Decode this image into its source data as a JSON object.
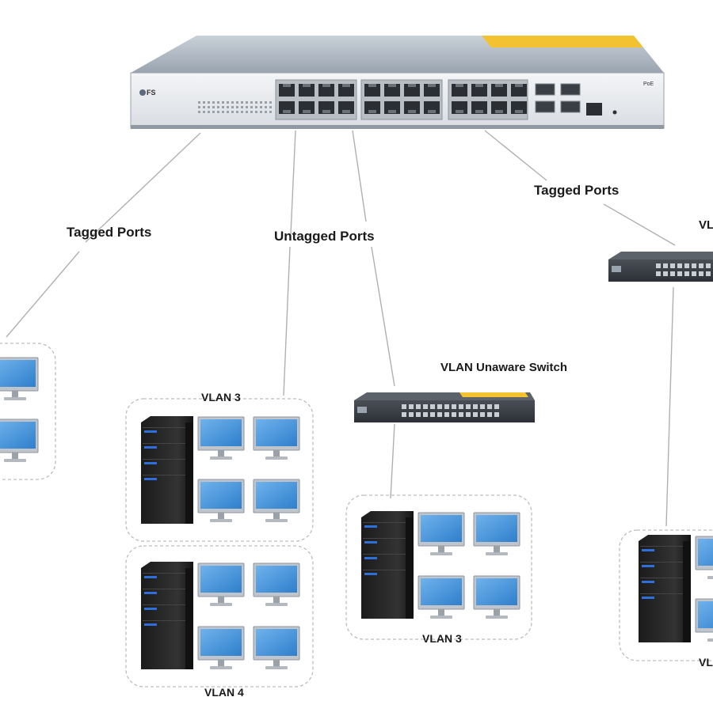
{
  "labels": {
    "tagged_left": "Tagged Ports",
    "untagged": "Untagged Ports",
    "tagged_right": "Tagged Ports",
    "vlan_unaware_switch": "VLAN Unaware Switch",
    "right_switch_cut": "VL",
    "vlan3_left": "VLAN 3",
    "vlan4": "VLAN 4",
    "vlan3_center": "VLAN 3",
    "vlan_right_cut": "VL"
  },
  "main_switch": {
    "brand": "FS",
    "badge": "PoE"
  },
  "colors": {
    "connector_line": "#b0b0b0",
    "group_border": "#bdbdbd",
    "switch_body": "#a9b2bd",
    "switch_front": "#eceef1",
    "accent_yellow": "#f2c230",
    "monitor_screen": "#3f8fd6",
    "server_body": "#262626",
    "server_led": "#2f6fd8"
  },
  "icons": {
    "main_switch": "managed-switch-icon",
    "small_switch": "unmanaged-switch-icon",
    "server": "server-tower-icon",
    "monitor": "desktop-monitor-icon"
  }
}
